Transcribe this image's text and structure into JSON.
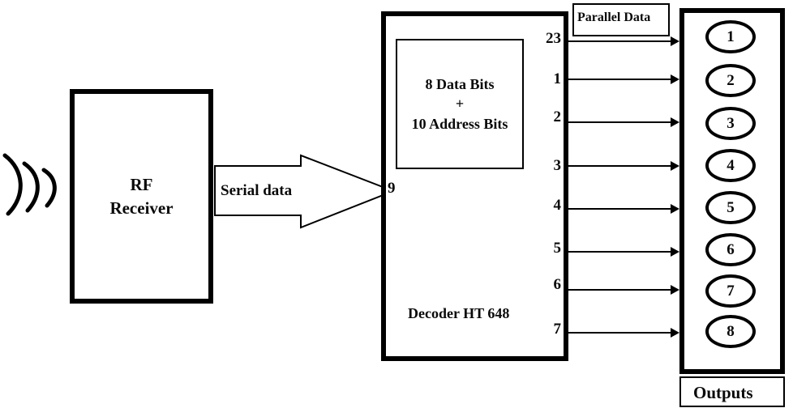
{
  "diagram": {
    "title": "RF receiver and HT648 decoder block diagram",
    "background": "#ffffff",
    "line_color": "#000000"
  },
  "antenna": {
    "name": "radio-waves",
    "arc_count": 3
  },
  "rf_receiver": {
    "line1": "RF",
    "line2": "Receiver"
  },
  "serial_arrow": {
    "label": "Serial data"
  },
  "decoder": {
    "inner_box": {
      "line1": "8 Data Bits",
      "line2": "+",
      "line3": "10 Address Bits"
    },
    "name_label": "Decoder HT 648",
    "input_pin": "9",
    "output_pins": [
      "23",
      "1",
      "2",
      "3",
      "4",
      "5",
      "6",
      "7"
    ]
  },
  "parallel_data": {
    "label": "Parallel Data"
  },
  "outputs": {
    "caption": "Outputs",
    "items": [
      "1",
      "2",
      "3",
      "4",
      "5",
      "6",
      "7",
      "8"
    ]
  }
}
